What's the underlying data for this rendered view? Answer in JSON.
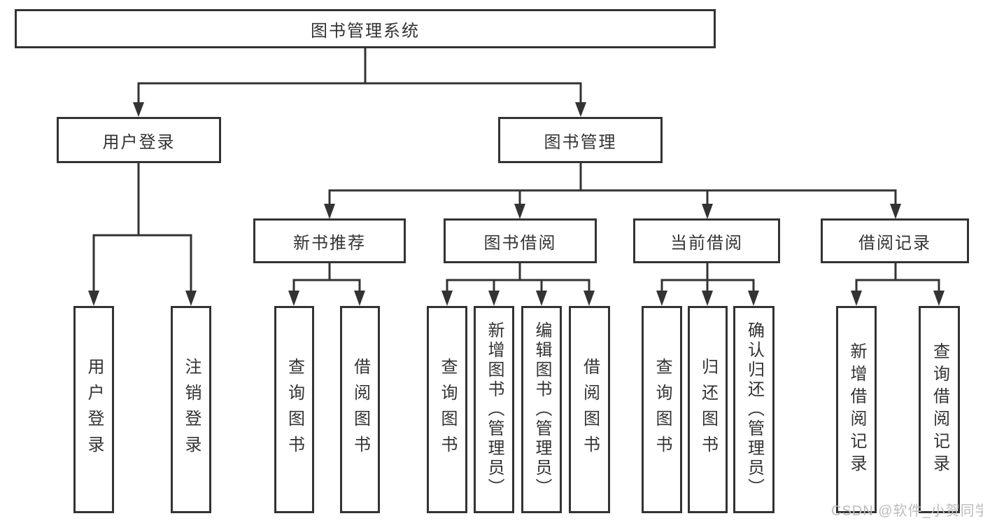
{
  "diagram_title": "图书管理系统",
  "colors": {
    "line": "#333333",
    "text": "#333333",
    "node_background": "#ffffff",
    "page_background": "#ffffff",
    "watermark": "#bcbcbc"
  },
  "nodes": {
    "root": {
      "label": "图书管理系统"
    },
    "user_login": {
      "label": "用户登录"
    },
    "book_management": {
      "label": "图书管理"
    },
    "new_book_recommendation": {
      "label": "新书推荐"
    },
    "book_borrowing": {
      "label": "图书借阅"
    },
    "current_borrowing": {
      "label": "当前借阅"
    },
    "borrowing_records": {
      "label": "借阅记录"
    },
    "leaf_user_login": {
      "label": "用户登录"
    },
    "leaf_logout": {
      "label": "注销登录"
    },
    "leaf_recommend_query_books": {
      "label": "查询图书"
    },
    "leaf_recommend_borrow_books": {
      "label": "借阅图书"
    },
    "leaf_borrow_query_books": {
      "label": "查询图书"
    },
    "leaf_borrow_add_books": {
      "label": "新增图书（管理员）"
    },
    "leaf_borrow_edit_books": {
      "label": "编辑图书（管理员）"
    },
    "leaf_borrow_borrow_books": {
      "label": "借阅图书"
    },
    "leaf_current_query_books": {
      "label": "查询图书"
    },
    "leaf_current_return_books": {
      "label": "归还图书"
    },
    "leaf_current_confirm_return": {
      "label": "确认归还（管理员）"
    },
    "leaf_records_add_record": {
      "label": "新增借阅记录"
    },
    "leaf_records_query_record": {
      "label": "查询借阅记录"
    }
  },
  "watermark": {
    "text": "CSDN @软件_小贺同学"
  }
}
